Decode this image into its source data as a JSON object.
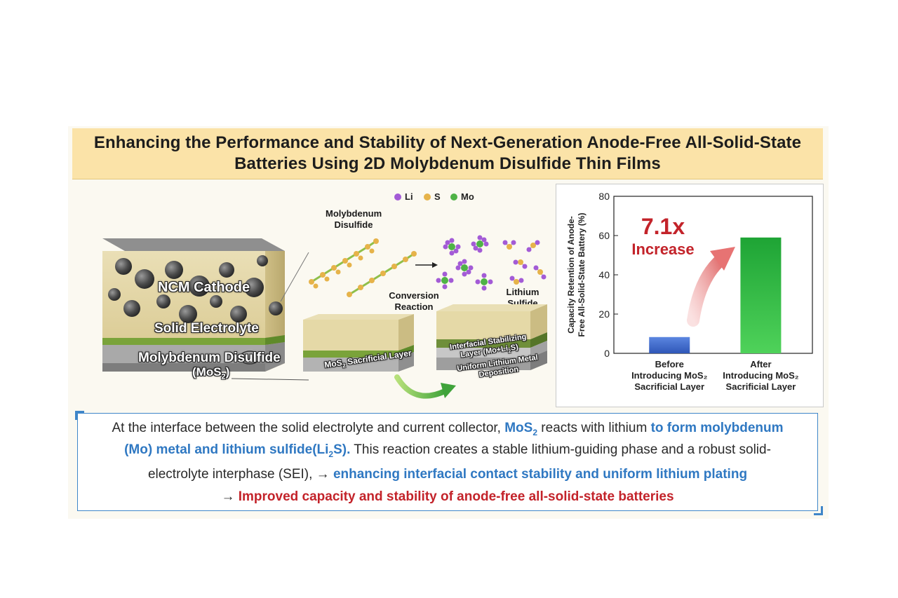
{
  "title": {
    "line1": "Enhancing the Performance and Stability of Next-Generation Anode-Free All-Solid-State",
    "line2": "Batteries Using 2D Molybdenum Disulfide Thin Films"
  },
  "legend": {
    "li": "Li",
    "s": "S",
    "mo": "Mo"
  },
  "colors": {
    "li": "#a35bd6",
    "s": "#e6b34a",
    "mo": "#4fb346",
    "title_bg": "#fbe3a8",
    "accent_blue": "#2f78c2",
    "accent_red": "#c3232a",
    "bar_before": "#3f6fd0",
    "bar_after": "#22b23a"
  },
  "cell": {
    "cathode": "NCM  Cathode",
    "electrolyte": "Solid Electrolyte",
    "mos2_line1": "Molybdenum Disulfide",
    "mos2_line2": "(MoS",
    "mos2_sub": "2",
    "mos2_close": ")"
  },
  "reaction": {
    "mos2_label_line1": "Molybdenum",
    "mos2_label_line2": "Disulfide",
    "conversion_line1": "Conversion",
    "conversion_line2": "Reaction",
    "li2s_line1": "Lithium",
    "li2s_line2": "Sulfide",
    "sacrificial_pre": "MoS",
    "sacrificial_sub": "2",
    "sacrificial_post": " Sacrificial Layer",
    "stab_line1": "Interfacial Stabilizing",
    "stab_line2_pre": "Layer (Mo+Li",
    "stab_line2_sub": "2",
    "stab_line2_post": "S)",
    "deposit_line1": "Uniform Lithium Metal",
    "deposit_line2": "Deposition"
  },
  "chart_data": {
    "type": "bar",
    "categories": [
      "Before Introducing MoS₂ Sacrificial Layer",
      "After Introducing MoS₂ Sacrificial Layer"
    ],
    "category_lines": [
      [
        "Before",
        "Introducing MoS₂",
        "Sacrificial Layer"
      ],
      [
        "After",
        "Introducing MoS₂",
        "Sacrificial Layer"
      ]
    ],
    "values": [
      8.3,
      59
    ],
    "ylabel_line1": "Capacity Retention of Anode-",
    "ylabel_line2": "Free All-Solid-State Battery (%)",
    "ylim": [
      0,
      80
    ],
    "yticks": [
      "0",
      "20",
      "40",
      "60",
      "80"
    ],
    "annotation_value": "7.1x",
    "annotation_text": "Increase"
  },
  "summary": {
    "l1_a": "At the interface between the solid electrolyte and current collector, ",
    "l1_b": "MoS",
    "l1_b_sub": "2",
    "l1_c": " reacts with lithium ",
    "l1_d": "to form molybdenum",
    "l2_a": "(Mo) metal and lithium sulfide(Li",
    "l2_a_sub": "2",
    "l2_a_end": "S).",
    "l2_b": " This reaction creates a stable lithium-guiding phase and a robust solid-",
    "l3_a": "electrolyte interphase (SEI), → ",
    "l3_b": "enhancing interfacial contact stability and uniform lithium plating",
    "l4_a": "→ ",
    "l4_b": "Improved capacity and stability of anode-free all-solid-state batteries"
  }
}
